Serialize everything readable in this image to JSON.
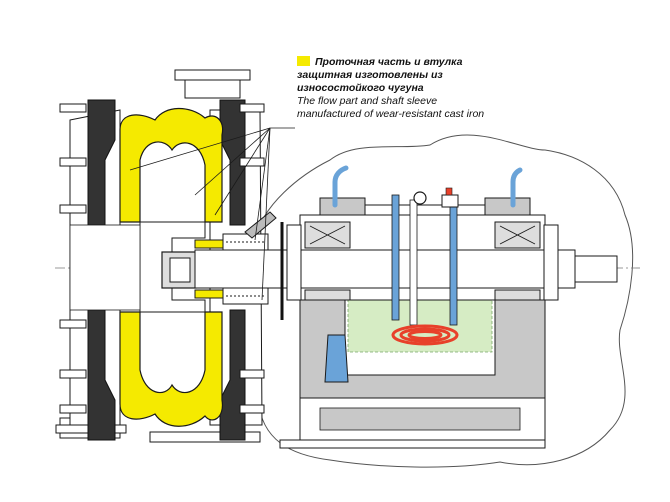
{
  "legend": {
    "ru_line1": "Проточная часть и втулка",
    "ru_line2": "защитная изготовлены из",
    "ru_line3": "износостойкого чугуна",
    "en_line1": "The flow part and shaft sleeve",
    "en_line2": "manufactured of wear-resistant cast iron",
    "swatch_color": "#f5ea00"
  },
  "colors": {
    "wear_parts": "#f5ea00",
    "gasket": "#333333",
    "housing": "#c8c8c8",
    "oil_bath": "#d6ecc4",
    "coolant_pipe": "#6aa3d8",
    "heater_coil": "#e8402a",
    "outline": "#1a1a1a"
  }
}
